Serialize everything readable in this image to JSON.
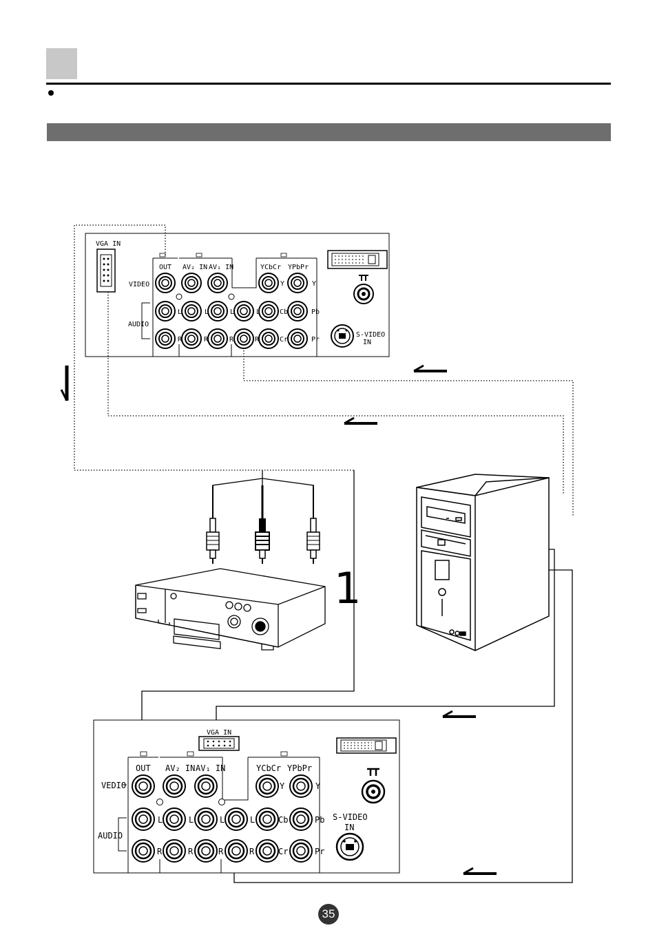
{
  "page": {
    "number": "35"
  },
  "top_panel": {
    "vga_label": "VGA IN",
    "video_label": "VIDEO",
    "audio_label": "AUDIO",
    "out_label": "OUT",
    "av2_label": "AV₂ IN",
    "av1_label": "AV₁ IN",
    "ycbcr_label": "YCbCr",
    "ypbpr_label": "YPbPr",
    "svideo_label": "S-VIDEO",
    "svideo_label2": "IN",
    "y": "Y",
    "cb": "Cb",
    "cr": "Cr",
    "pb": "Pb",
    "pr": "Pr",
    "l": "L",
    "r": "R"
  },
  "bottom_panel": {
    "vga_label": "VGA IN",
    "video_label": "VEDIO",
    "audio_label": "AUDIO",
    "out_label": "OUT",
    "av2_label": "AV₂ IN",
    "av1_label": "AV₁ IN",
    "ycbcr_label": "YCbCr",
    "ypbpr_label": "YPbPr",
    "svideo_label": "S-VIDEO",
    "svideo_label2": "IN",
    "y": "Y",
    "cb": "Cb",
    "cr": "Cr",
    "pb": "Pb",
    "pr": "Pr",
    "l": "L",
    "r": "R"
  },
  "step_number": "1"
}
